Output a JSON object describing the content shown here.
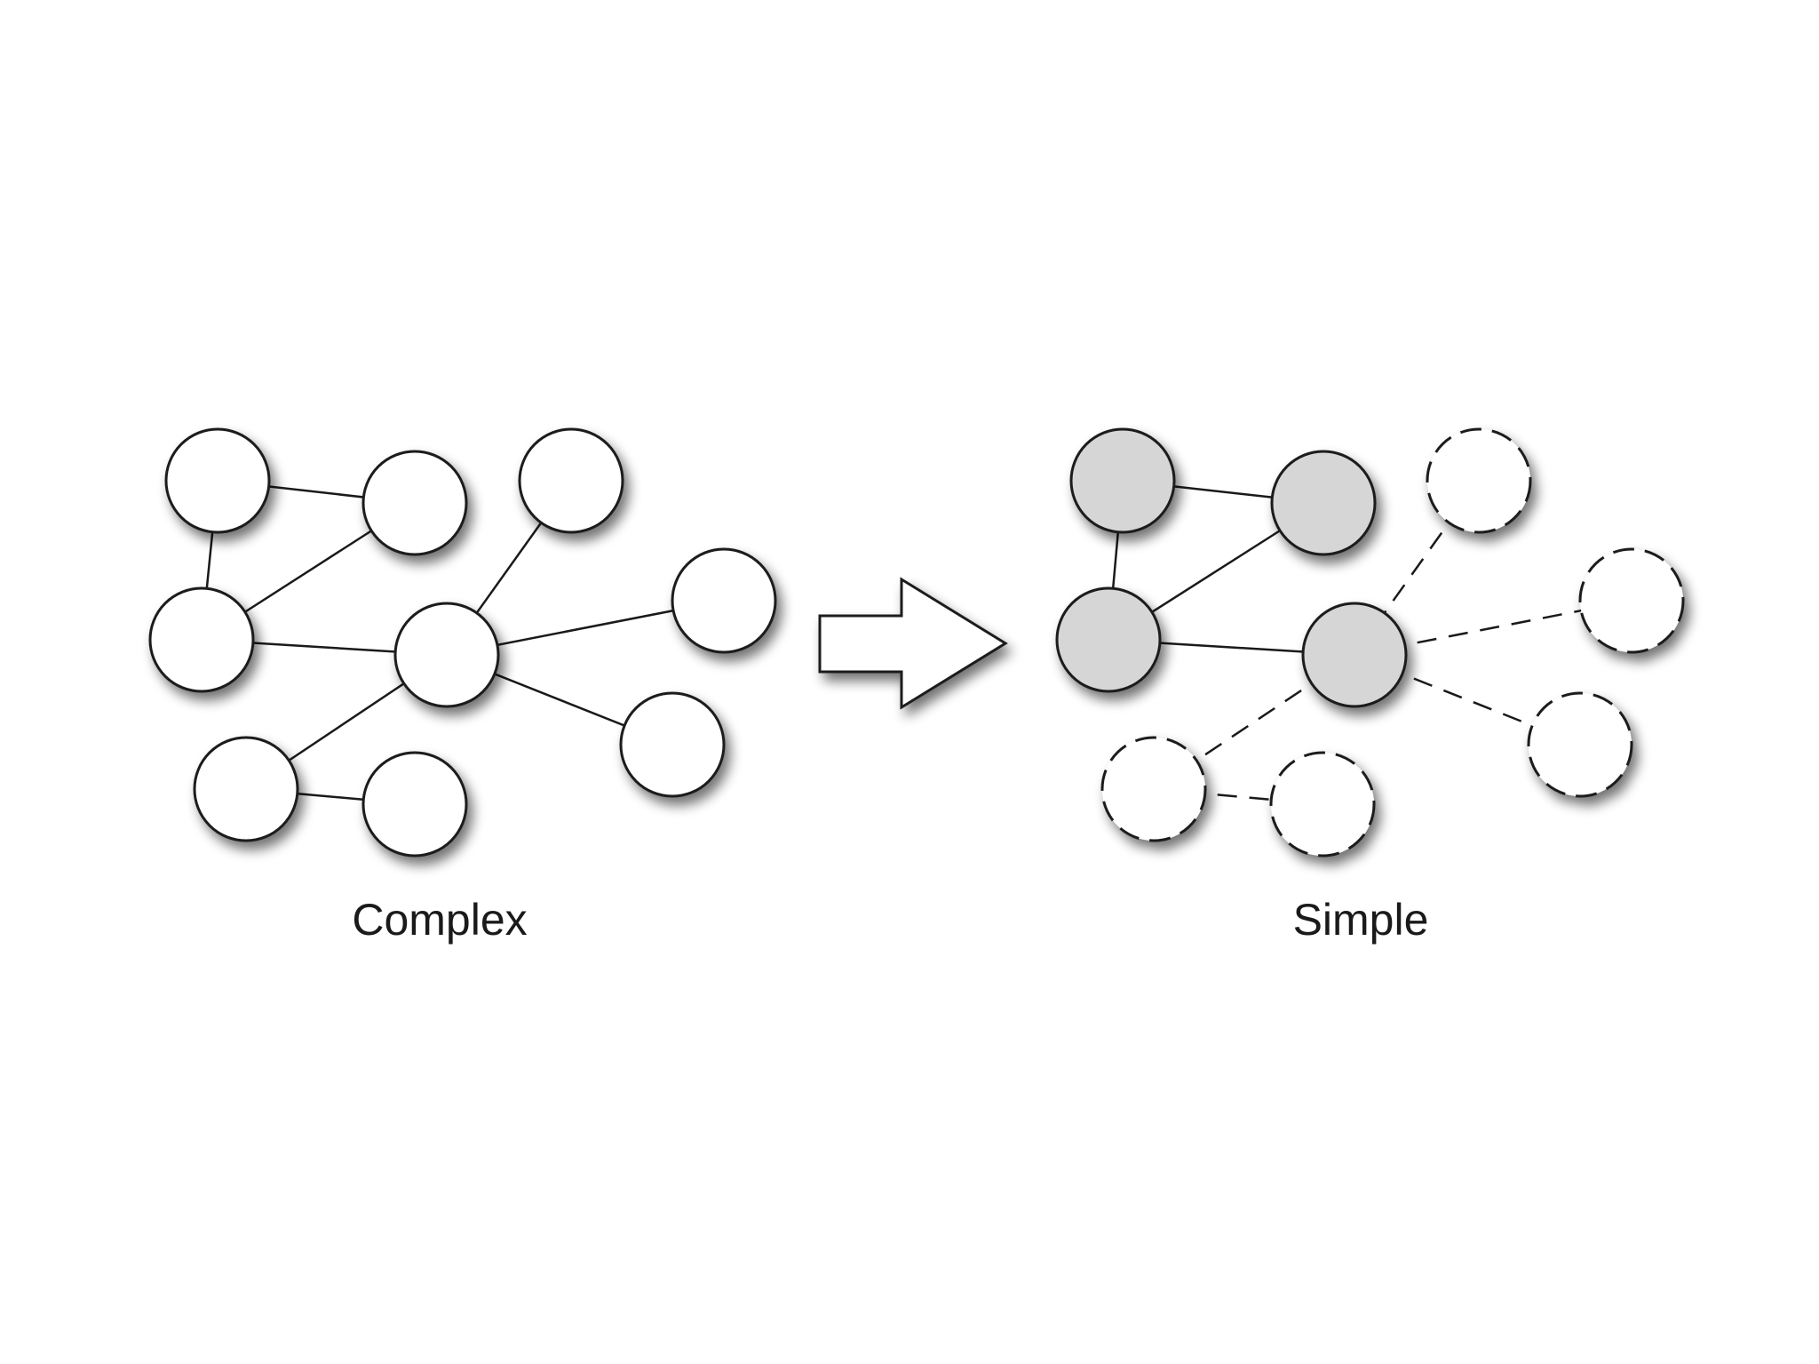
{
  "labels": {
    "complex": "Complex",
    "simple": "Simple"
  },
  "colors": {
    "background": "#ffffff",
    "stroke": "#1a1a1a",
    "node_fill": "#ffffff",
    "active_node_fill": "#d6d6d6"
  },
  "diagrams": {
    "complex": {
      "nodes": [
        "n1",
        "n2",
        "n3",
        "n4",
        "n5",
        "n6",
        "n7",
        "n8",
        "n9"
      ],
      "edges": [
        [
          "n1",
          "n2"
        ],
        [
          "n1",
          "n4"
        ],
        [
          "n4",
          "n2"
        ],
        [
          "n4",
          "n5"
        ],
        [
          "n3",
          "n5"
        ],
        [
          "n5",
          "n6"
        ],
        [
          "n5",
          "n8"
        ],
        [
          "n5",
          "n7"
        ],
        [
          "n7",
          "n9"
        ]
      ]
    },
    "simple": {
      "nodes": [
        {
          "id": "s1",
          "state": "active"
        },
        {
          "id": "s2",
          "state": "active"
        },
        {
          "id": "s3",
          "state": "dashed"
        },
        {
          "id": "s4",
          "state": "active"
        },
        {
          "id": "s5",
          "state": "active"
        },
        {
          "id": "s6",
          "state": "dashed"
        },
        {
          "id": "s7",
          "state": "dashed"
        },
        {
          "id": "s8",
          "state": "dashed"
        },
        {
          "id": "s9",
          "state": "dashed"
        }
      ],
      "edges": [
        {
          "from": "s1",
          "to": "s2",
          "style": "solid"
        },
        {
          "from": "s1",
          "to": "s4",
          "style": "solid"
        },
        {
          "from": "s4",
          "to": "s2",
          "style": "solid"
        },
        {
          "from": "s4",
          "to": "s5",
          "style": "solid"
        },
        {
          "from": "s3",
          "to": "s5",
          "style": "dashed"
        },
        {
          "from": "s5",
          "to": "s6",
          "style": "dashed"
        },
        {
          "from": "s5",
          "to": "s8",
          "style": "dashed"
        },
        {
          "from": "s5",
          "to": "s7",
          "style": "dashed"
        },
        {
          "from": "s7",
          "to": "s9",
          "style": "dashed"
        }
      ]
    }
  }
}
